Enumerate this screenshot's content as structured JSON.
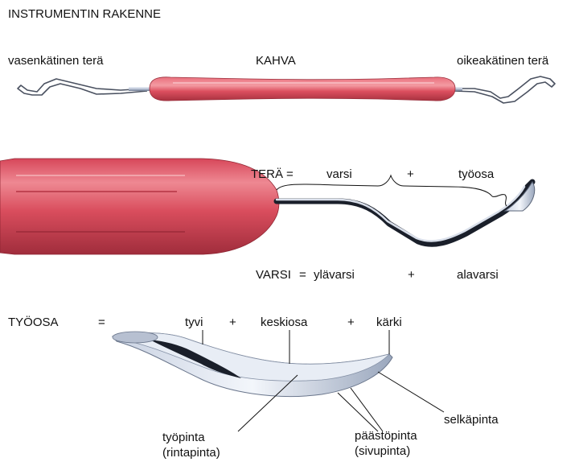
{
  "title": "INSTRUMENTIN RAKENNE",
  "overview": {
    "left_label": "vasenkätinen terä",
    "center_label": "KAHVA",
    "right_label": "oikeakätinen terä"
  },
  "blade": {
    "term": "TERÄ",
    "eq": "=",
    "part1": "varsi",
    "plus": "+",
    "part2": "työosa"
  },
  "shank": {
    "term": "VARSI",
    "eq": "=",
    "part1": "ylävarsi",
    "plus": "+",
    "part2": "alavarsi"
  },
  "workingend": {
    "term": "TYÖOSA",
    "eq": "=",
    "part1": "tyvi",
    "plus1": "+",
    "part2": "keskiosa",
    "plus2": "+",
    "part3": "kärki"
  },
  "surfaces": {
    "face_line1": "työpinta",
    "face_line2": "(rintapinta)",
    "lateral_line1": "päästöpinta",
    "lateral_line2": "(sivupinta)",
    "back": "selkäpinta"
  },
  "colors": {
    "handle": "#dc4f5f",
    "handle_dark": "#a8313f",
    "handle_light": "#f39aa2",
    "metal": "#b9c3d6",
    "metal_dark": "#1a1f2a"
  }
}
